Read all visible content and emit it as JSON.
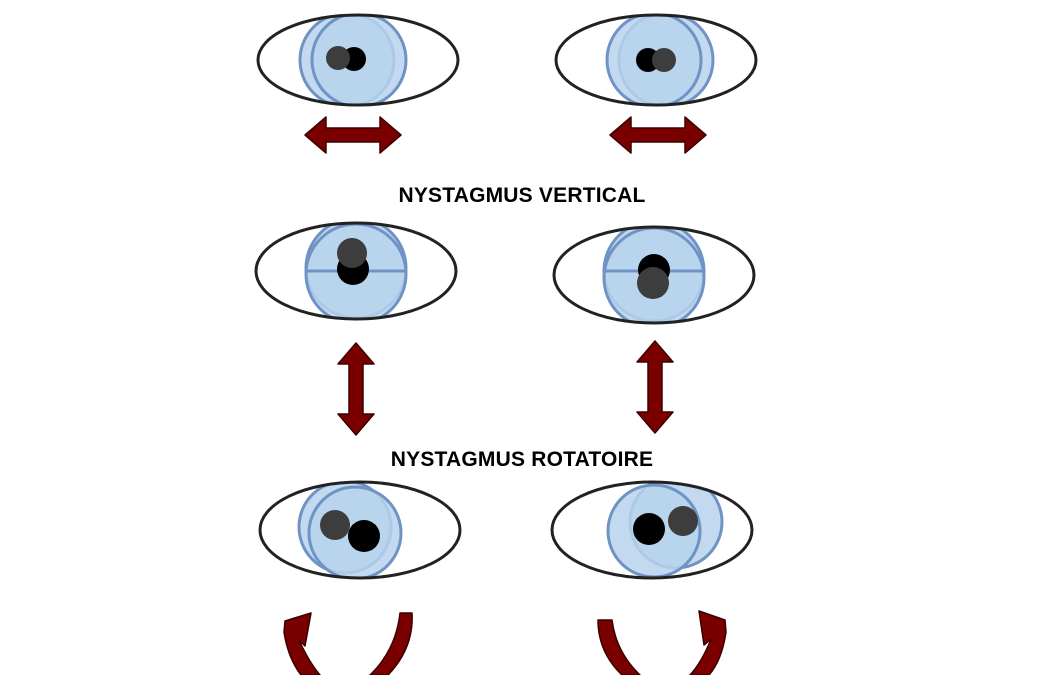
{
  "sections": [
    {
      "id": "horizontal",
      "label": "",
      "movement": "horizontal"
    },
    {
      "id": "vertical",
      "label": "NYSTAGMUS VERTICAL",
      "movement": "vertical"
    },
    {
      "id": "rotatoire",
      "label": "NYSTAGMUS ROTATOIRE",
      "movement": "rotatory"
    }
  ],
  "colors": {
    "background": "#ffffff",
    "eye_outline": "#222222",
    "iris_fill": "#b7d2ec",
    "iris_stroke": "#6f93c4",
    "pupil_current": "#000000",
    "pupil_previous": "#3d3d3d",
    "arrow_fill": "#7a0000",
    "arrow_stroke": "#3a0000"
  },
  "icons": {
    "horizontal_arrow": "double-horizontal-arrow-icon",
    "vertical_arrow": "double-vertical-arrow-icon",
    "rotatory_arrow": "curved-arrow-icon"
  }
}
